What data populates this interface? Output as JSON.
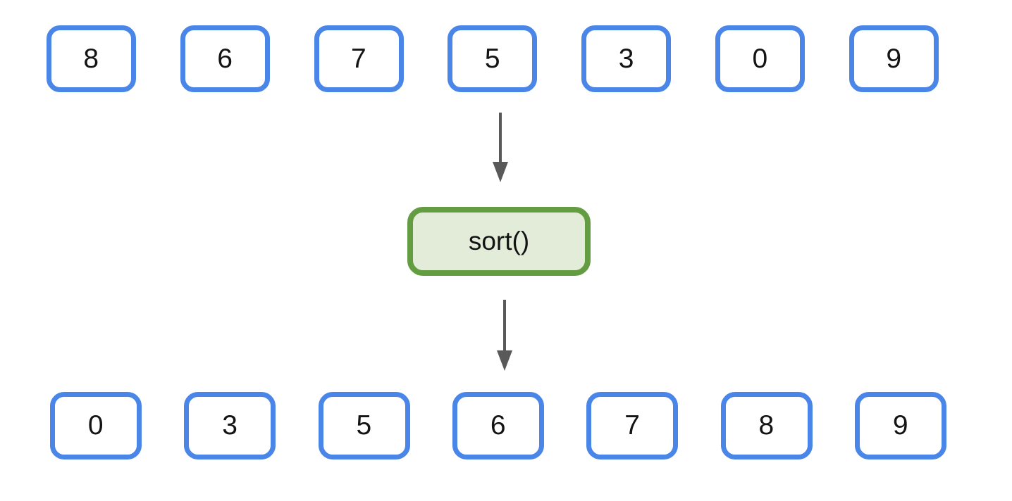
{
  "diagram": {
    "description": "Array sorting diagram: unsorted list passes through sort() to produce sorted list",
    "input_row": [
      "8",
      "6",
      "7",
      "5",
      "3",
      "0",
      "9"
    ],
    "operation": {
      "label": "sort()"
    },
    "output_row": [
      "0",
      "3",
      "5",
      "6",
      "7",
      "8",
      "9"
    ],
    "colors": {
      "box_border_blue": "#4a86e8",
      "box_fill_white": "#ffffff",
      "operation_border_green": "#649c42",
      "operation_fill_green": "#e2ecd8",
      "arrow_gray": "#595959",
      "text_black": "#141414",
      "background": "#ffffff"
    }
  }
}
